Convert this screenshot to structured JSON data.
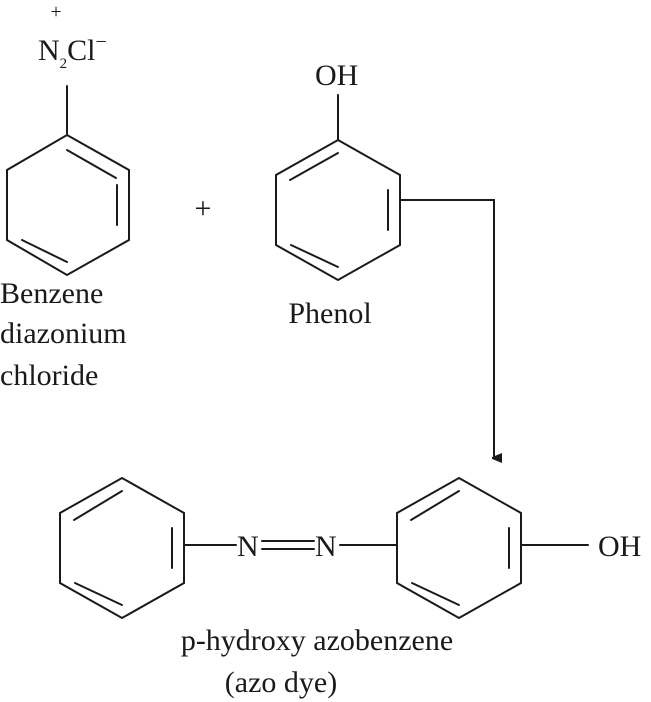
{
  "reactant_1": {
    "charge": "+",
    "group_n": "N",
    "group_sub": "2",
    "group_cl": "Cl",
    "group_minus": "−",
    "name_lines": [
      "Benzene",
      "diazonium",
      "chloride"
    ]
  },
  "plus_sign": "+",
  "reactant_2": {
    "group": "OH",
    "name": "Phenol"
  },
  "product": {
    "azo_n1": "N",
    "azo_n2": "N",
    "group": "OH",
    "name_line1": "p-hydroxy azobenzene",
    "name_line2": "(azo dye)"
  },
  "colors": {
    "ink": "#1a1a1a",
    "background": "#ffffff"
  }
}
